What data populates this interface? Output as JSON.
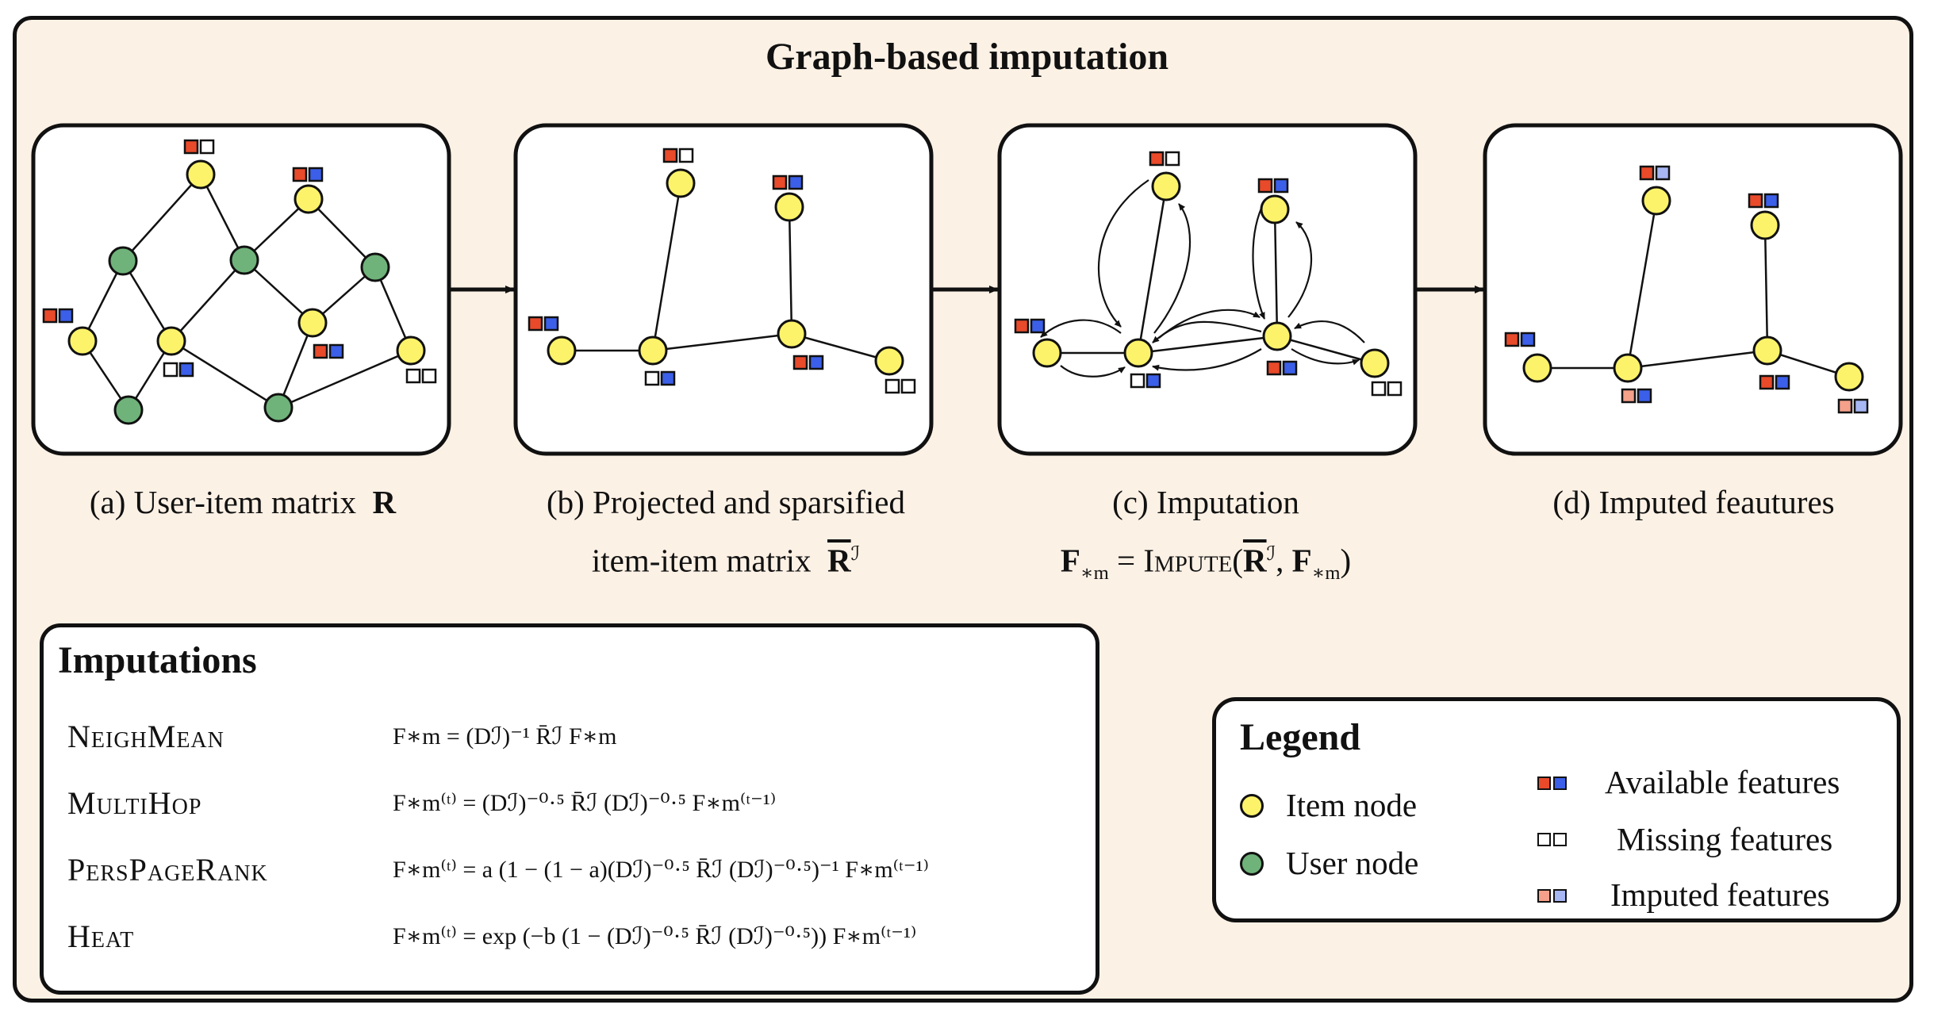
{
  "title": "Graph-based imputation",
  "colors": {
    "background": "#fcf1e5",
    "item_node": "#fdf36a",
    "user_node": "#6fb37a",
    "feature_red": "#e84a2a",
    "feature_blue": "#3b5fe8",
    "imputed_red": "#f4a08a",
    "imputed_blue": "#a7b7f4",
    "missing": "#ffffff"
  },
  "captions": {
    "a": {
      "text": "(a) User-item matrix",
      "symbol": "R"
    },
    "b": {
      "line1": "(b) Projected and sparsified",
      "line2": "item-item matrix",
      "symbol": "R",
      "sup": "ℐ"
    },
    "c": {
      "line1": "(c) Imputation",
      "lhs": "F",
      "lhs_sub": "∗m",
      "eq": "=",
      "func": "Impute",
      "arg1": "R",
      "arg1_sup": "ℐ",
      "sep": ",",
      "arg2": "F",
      "arg2_sub": "∗m",
      "open": "(",
      "close": ")"
    },
    "d": {
      "text": "(d) Imputed feautures"
    }
  },
  "imputations": {
    "title": "Imputations",
    "methods": [
      {
        "name": "NeighMean",
        "formula": "F∗m = (Dℐ)⁻¹ R̄ℐ F∗m"
      },
      {
        "name": "MultiHop",
        "formula": "F∗m⁽ᵗ⁾ = (Dℐ)⁻⁰·⁵ R̄ℐ (Dℐ)⁻⁰·⁵ F∗m⁽ᵗ⁻¹⁾"
      },
      {
        "name": "PersPageRank",
        "formula": "F∗m⁽ᵗ⁾ = a (1 − (1 − a)(Dℐ)⁻⁰·⁵ R̄ℐ (Dℐ)⁻⁰·⁵)⁻¹ F∗m⁽ᵗ⁻¹⁾"
      },
      {
        "name": "Heat",
        "formula": "F∗m⁽ᵗ⁾ = exp (−b (1 − (Dℐ)⁻⁰·⁵ R̄ℐ (Dℐ)⁻⁰·⁵)) F∗m⁽ᵗ⁻¹⁾"
      }
    ]
  },
  "legend": {
    "title": "Legend",
    "item_node": "Item node",
    "user_node": "User node",
    "available": "Available features",
    "missing": "Missing features",
    "imputed": "Imputed features"
  }
}
